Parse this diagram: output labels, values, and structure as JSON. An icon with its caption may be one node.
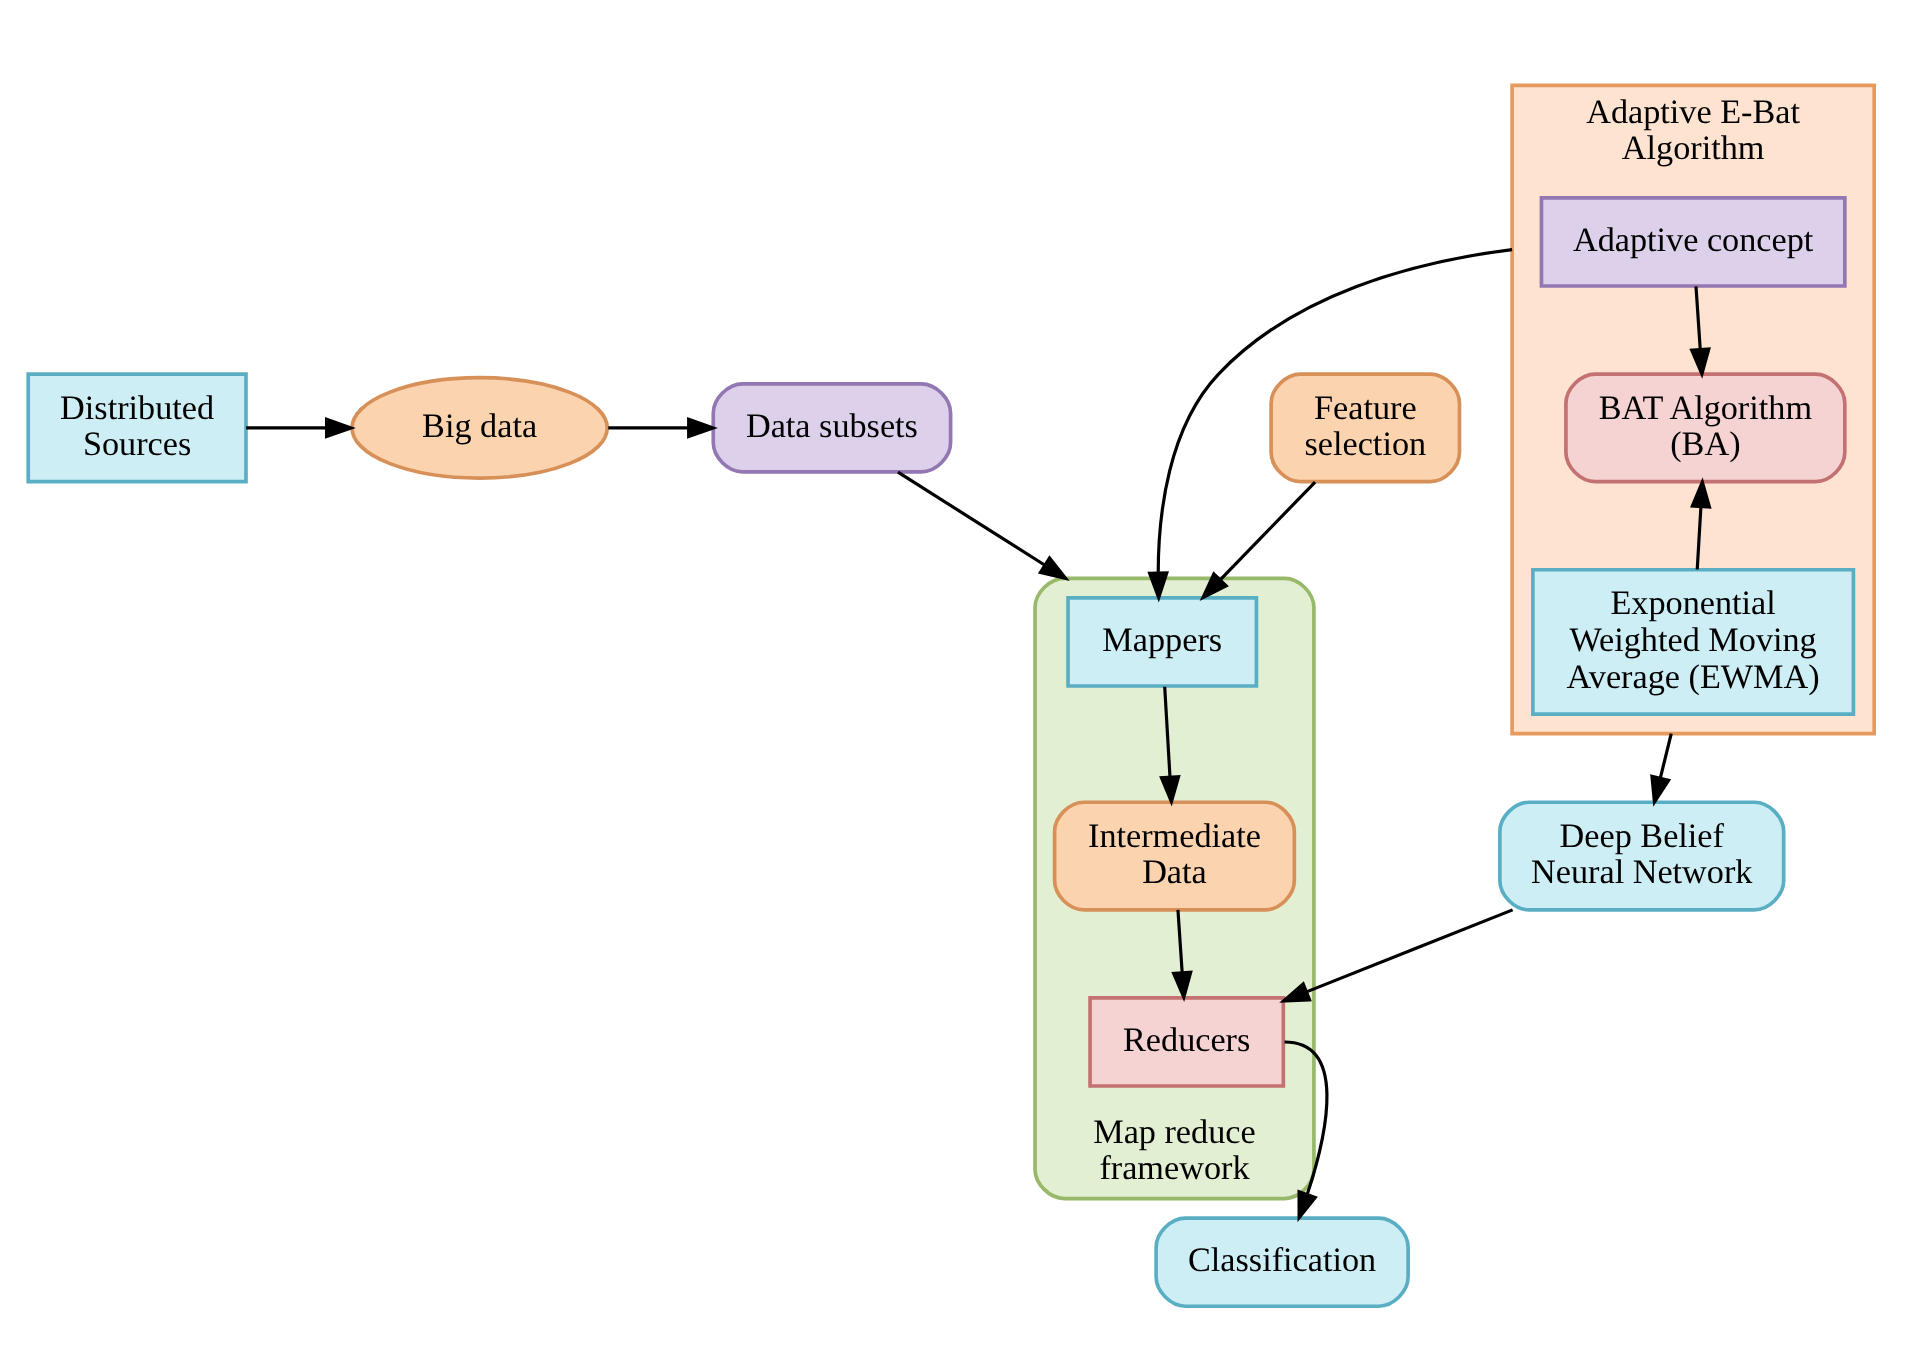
{
  "diagram": {
    "nodes": [
      {
        "text": [
          "Distributed Sources"
        ]
      },
      {
        "text": [
          "Big data"
        ]
      },
      {
        "text": [
          "Data subsets"
        ]
      },
      {
        "text": [
          "Adaptive E-Bat Algorithm"
        ]
      },
      {
        "text": [
          "Adaptive concept"
        ],
        "in": 3
      },
      {
        "text": [
          "BAT Algorithm (BA)"
        ],
        "in": 3
      },
      {
        "text": [
          "Exponential Weighted Moving Average (EWMA)"
        ],
        "in": 3
      },
      {
        "text": [
          "Map reduce framework"
        ]
      },
      {
        "text": [
          "Mappers"
        ],
        "in": 7
      },
      {
        "text": [
          "Intermediate Data"
        ],
        "in": 7
      },
      {
        "text": [
          "Reducers"
        ],
        "in": 7
      },
      {
        "text": [
          "Feature selection"
        ]
      },
      {
        "text": [
          "Deep Belief Neural Network"
        ]
      },
      {
        "text": [
          "Classification"
        ]
      }
    ],
    "edges": [
      {
        "from": 0,
        "to": 1,
        "arrow": "to"
      },
      {
        "from": 1,
        "to": 2,
        "arrow": "to"
      },
      {
        "from": 2,
        "to": 7,
        "arrow": "to"
      },
      {
        "from": 3,
        "to": 8,
        "arrow": "to"
      },
      {
        "from": 11,
        "to": 8,
        "arrow": "to"
      },
      {
        "from": 8,
        "to": 9,
        "arrow": "to"
      },
      {
        "from": 9,
        "to": 10,
        "arrow": "to"
      },
      {
        "from": 4,
        "to": 5,
        "arrow": "to"
      },
      {
        "from": 6,
        "to": 5,
        "arrow": "to"
      },
      {
        "from": 3,
        "to": 12,
        "arrow": "to"
      },
      {
        "from": 12,
        "to": 10,
        "arrow": "to"
      },
      {
        "from": 10,
        "to": 13,
        "arrow": "to"
      }
    ]
  }
}
